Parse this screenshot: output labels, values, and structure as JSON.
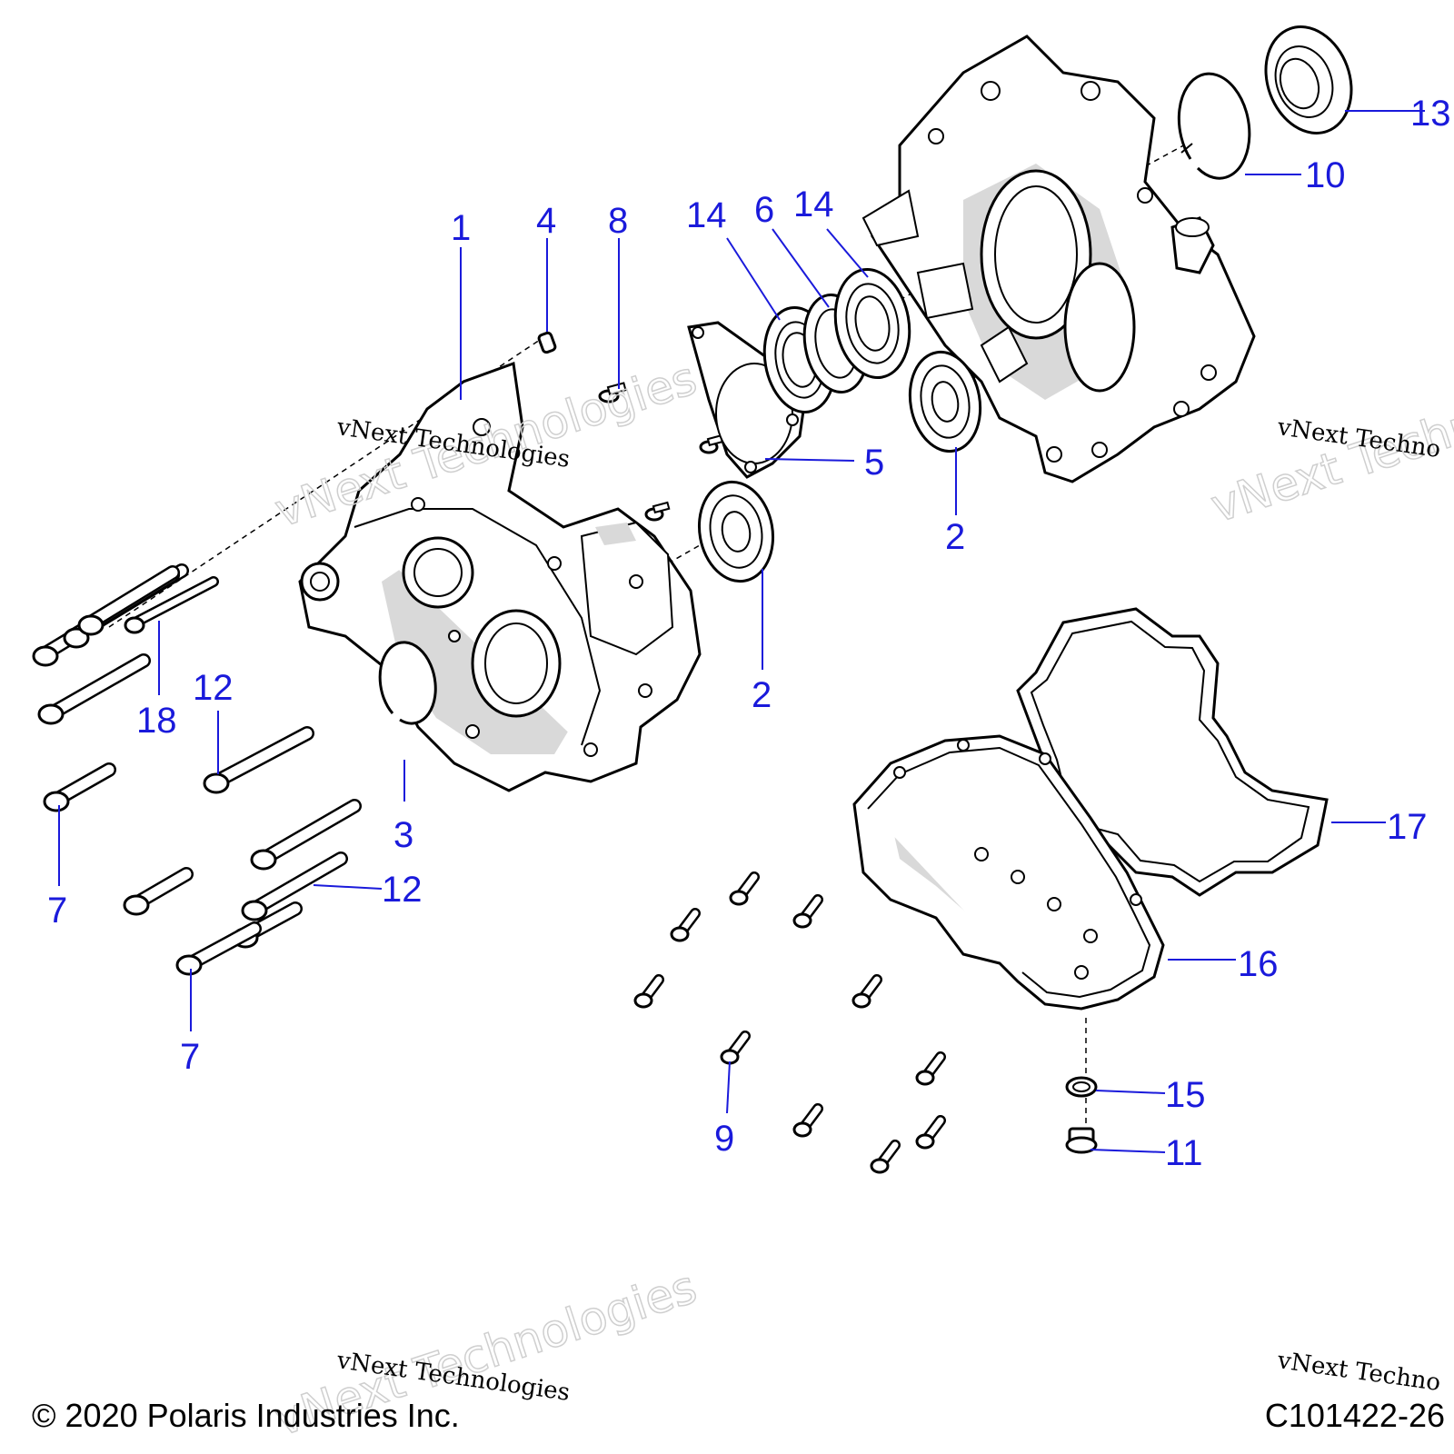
{
  "callouts": [
    "1",
    "4",
    "8",
    "14",
    "6",
    "14",
    "13",
    "10",
    "5",
    "2",
    "2",
    "18",
    "12",
    "3",
    "7",
    "12",
    "7",
    "17",
    "16",
    "15",
    "11",
    "9"
  ],
  "watermark": {
    "large": "vNext Technologies",
    "small": "vNext Technologies",
    "small_clipped": "vNext Techno",
    "large_clipped": "vNext Technol"
  },
  "footer": {
    "copyright": "© 2020 Polaris Industries Inc.",
    "figure_id": "C101422-26"
  }
}
